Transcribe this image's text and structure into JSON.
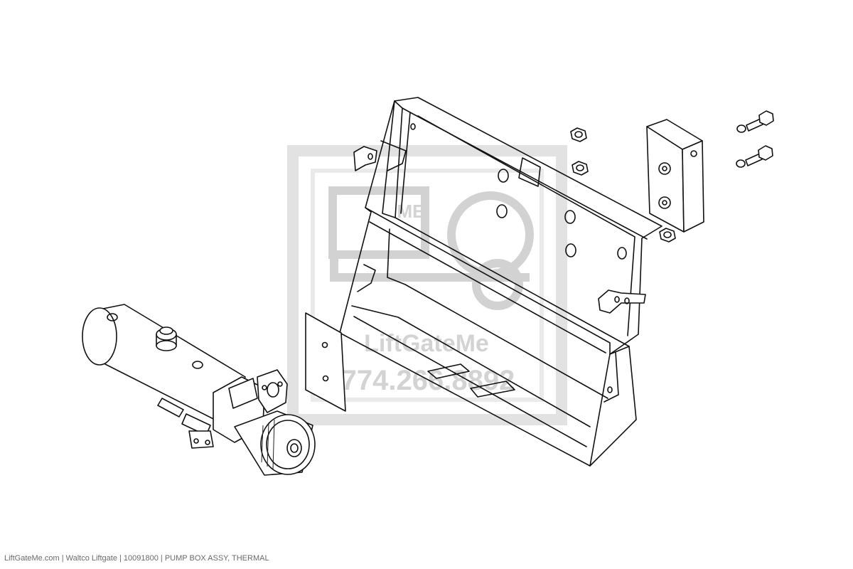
{
  "watermark": {
    "logo_text": "ME",
    "brand": "LiftGateMe",
    "phone": "774.266.8892",
    "color": "#d6d6d6"
  },
  "footer": {
    "caption": "LiftGateMe.com | Waltco Liftgate | 10091800 | PUMP BOX ASSY, THERMAL"
  },
  "colors": {
    "line": "#111111",
    "background": "#ffffff",
    "footer_text": "#6a6a6a"
  }
}
